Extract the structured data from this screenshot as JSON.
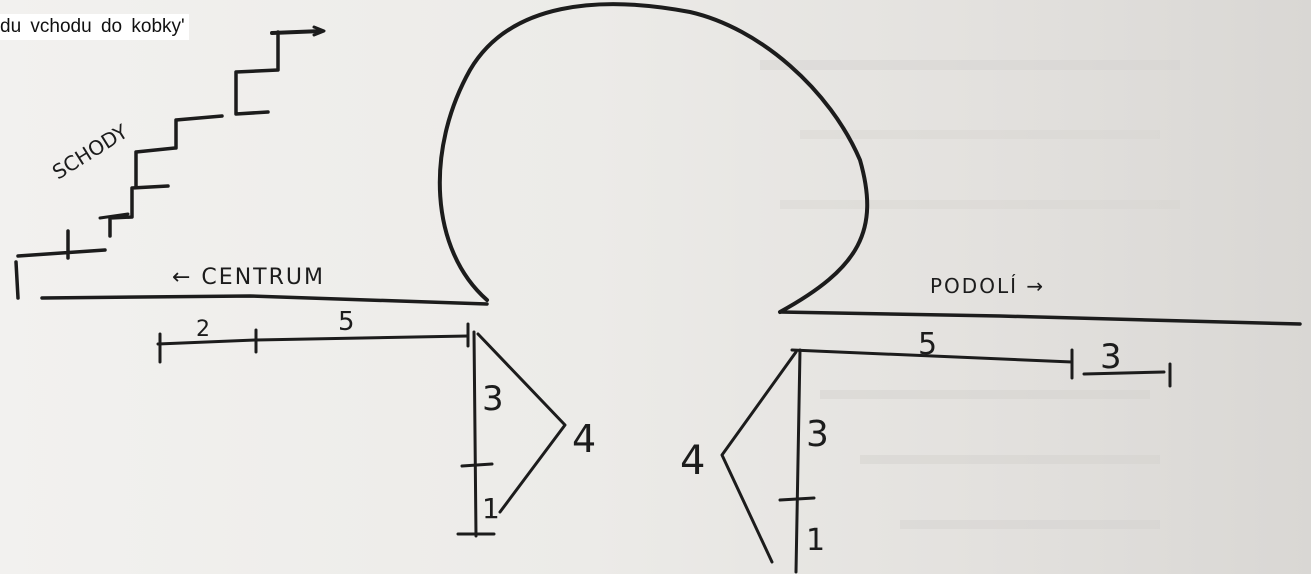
{
  "caption": "du vchodu do kobky'",
  "labels": {
    "stairs": "SCHODY",
    "left_direction": "← CENTRUM",
    "right_direction": "PODOLÍ →"
  },
  "measurements": {
    "left_horizontal_a": "2",
    "left_horizontal_b": "5",
    "left_vertical_a": "3",
    "left_vertical_b": "1",
    "left_diagonal": "4",
    "right_horizontal_a": "5",
    "right_horizontal_b": "3",
    "right_vertical_a": "3",
    "right_vertical_b": "1",
    "right_diagonal": "4"
  }
}
